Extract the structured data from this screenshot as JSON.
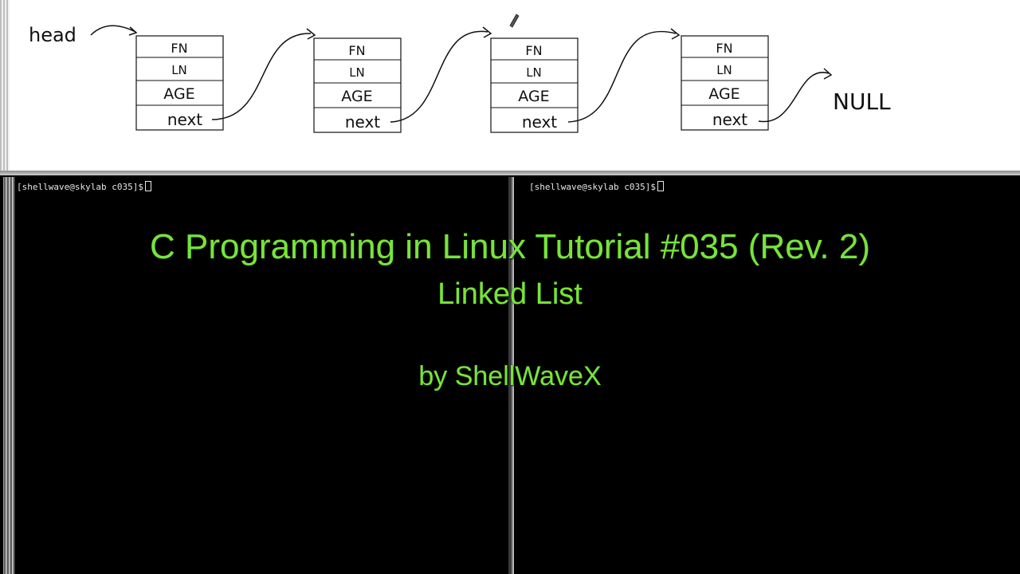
{
  "whiteboard": {
    "head_label": "head",
    "null_label": "NULL",
    "nodes": [
      {
        "fields": [
          "FN",
          "LN",
          "AGE",
          "next"
        ]
      },
      {
        "fields": [
          "FN",
          "LN",
          "AGE",
          "next"
        ]
      },
      {
        "fields": [
          "FN",
          "LN",
          "AGE",
          "next"
        ]
      },
      {
        "fields": [
          "FN",
          "LN",
          "AGE",
          "next"
        ]
      }
    ]
  },
  "terminals": [
    {
      "prompt": "[shellwave@skylab c035]$"
    },
    {
      "prompt": "[shellwave@skylab c035]$"
    }
  ],
  "overlay": {
    "title": "C Programming in Linux Tutorial #035 (Rev. 2)",
    "subtitle": "Linked List",
    "author": "by ShellWaveX"
  },
  "colors": {
    "overlay_text": "#77e43a",
    "terminal_bg": "#000000",
    "whiteboard_bg": "#ffffff"
  }
}
